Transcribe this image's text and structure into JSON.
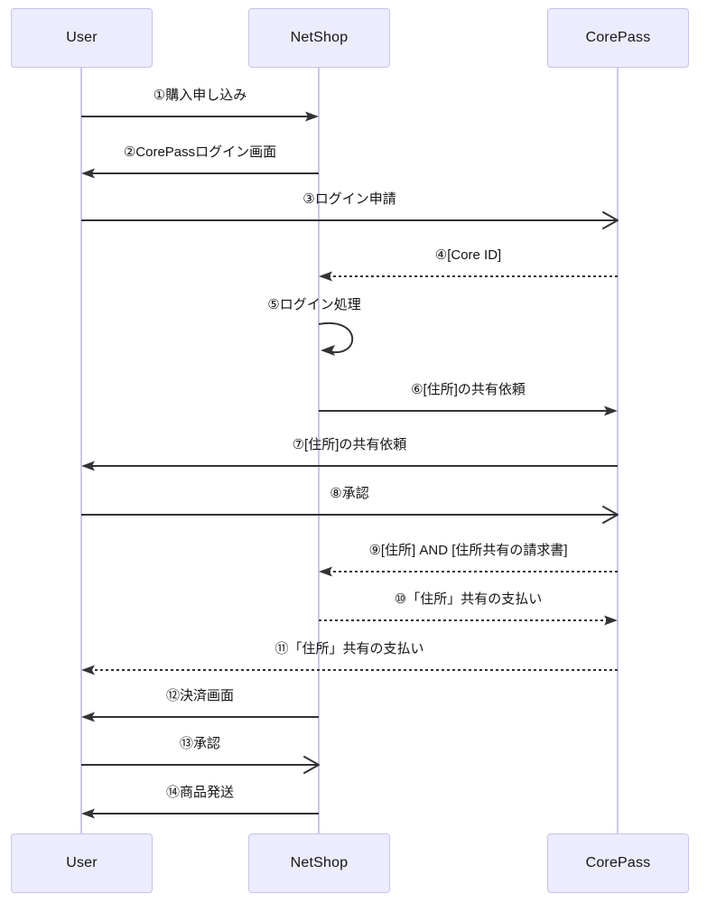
{
  "diagram": {
    "type": "sequence",
    "background": "#ffffff",
    "colors": {
      "actor_fill": "#ECECFF",
      "actor_border": "#C8C2EA",
      "lifeline": "#CDC5EE",
      "line": "#333333",
      "text": "#141414"
    },
    "actors": [
      {
        "id": "User",
        "label": "User"
      },
      {
        "id": "NetShop",
        "label": "NetShop"
      },
      {
        "id": "CorePass",
        "label": "CorePass"
      }
    ],
    "messages": [
      {
        "num": 1,
        "label": "①購入申し込み",
        "from": "User",
        "to": "NetShop",
        "line": "solid",
        "head": "filled",
        "self": false
      },
      {
        "num": 2,
        "label": "②CorePassログイン画面",
        "from": "NetShop",
        "to": "User",
        "line": "solid",
        "head": "filled",
        "self": false
      },
      {
        "num": 3,
        "label": "③ログイン申請",
        "from": "User",
        "to": "CorePass",
        "line": "solid",
        "head": "open",
        "self": false
      },
      {
        "num": 4,
        "label": "④[Core ID]",
        "from": "CorePass",
        "to": "NetShop",
        "line": "dotted",
        "head": "filled",
        "self": false
      },
      {
        "num": 5,
        "label": "⑤ログイン処理",
        "from": "NetShop",
        "to": "NetShop",
        "line": "solid",
        "head": "filled",
        "self": true
      },
      {
        "num": 6,
        "label": "⑥[住所]の共有依頼",
        "from": "NetShop",
        "to": "CorePass",
        "line": "solid",
        "head": "filled",
        "self": false
      },
      {
        "num": 7,
        "label": "⑦[住所]の共有依頼",
        "from": "CorePass",
        "to": "User",
        "line": "solid",
        "head": "filled",
        "self": false
      },
      {
        "num": 8,
        "label": "⑧承認",
        "from": "User",
        "to": "CorePass",
        "line": "solid",
        "head": "open",
        "self": false
      },
      {
        "num": 9,
        "label": "⑨[住所] AND [住所共有の請求書]",
        "from": "CorePass",
        "to": "NetShop",
        "line": "dotted",
        "head": "filled",
        "self": false
      },
      {
        "num": 10,
        "label": "⑩「住所」共有の支払い",
        "from": "NetShop",
        "to": "CorePass",
        "line": "dotted",
        "head": "filled",
        "self": false
      },
      {
        "num": 11,
        "label": "⑪「住所」共有の支払い",
        "from": "CorePass",
        "to": "User",
        "line": "dotted",
        "head": "filled",
        "self": false
      },
      {
        "num": 12,
        "label": "⑫決済画面",
        "from": "NetShop",
        "to": "User",
        "line": "solid",
        "head": "filled",
        "self": false
      },
      {
        "num": 13,
        "label": "⑬承認",
        "from": "User",
        "to": "NetShop",
        "line": "solid",
        "head": "open",
        "self": false
      },
      {
        "num": 14,
        "label": "⑭商品発送",
        "from": "NetShop",
        "to": "User",
        "line": "solid",
        "head": "filled",
        "self": false
      }
    ]
  }
}
